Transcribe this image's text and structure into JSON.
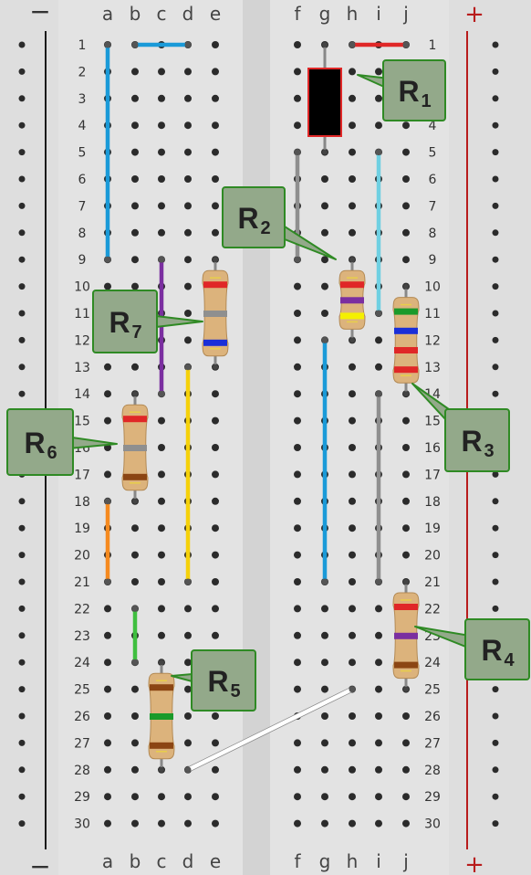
{
  "rail_labels": {
    "minus": "−",
    "plus": "+"
  },
  "colors": {
    "board": "#e3e3e3",
    "channel": "#d3d3d3",
    "rail_bg": "#e3e3e3",
    "hole": "#2b2b2b",
    "minus_line": "#1a1a1a",
    "plus_line": "#b81c1c",
    "callout_fill": "#93a98a",
    "callout_stroke": "#2f8a24",
    "resistor_body": "#dcb37c",
    "lead": "#888888",
    "label_text": "#222222"
  },
  "columns_left": [
    "a",
    "b",
    "c",
    "d",
    "e"
  ],
  "columns_right": [
    "f",
    "g",
    "h",
    "i",
    "j"
  ],
  "rows": [
    "1",
    "2",
    "3",
    "4",
    "5",
    "6",
    "7",
    "8",
    "9",
    "10",
    "11",
    "12",
    "13",
    "14",
    "15",
    "16",
    "17",
    "18",
    "19",
    "20",
    "21",
    "22",
    "23",
    "24",
    "25",
    "26",
    "27",
    "28",
    "29",
    "30"
  ],
  "wires": [
    {
      "name": "wire-a1-a9-blue",
      "color": "#1a9ad8",
      "from": [
        "a",
        1
      ],
      "to": [
        "a",
        9
      ]
    },
    {
      "name": "wire-b1-d1-blue",
      "color": "#1a9ad8",
      "from": [
        "b",
        1
      ],
      "to": [
        "d",
        1
      ]
    },
    {
      "name": "wire-h1-j1-red",
      "color": "#e02727",
      "from": [
        "h",
        1
      ],
      "to": [
        "j",
        1
      ]
    },
    {
      "name": "wire-f5-f9-gray",
      "color": "#8f8f8f",
      "from": [
        "f",
        5
      ],
      "to": [
        "f",
        9
      ]
    },
    {
      "name": "wire-i5-i11-cyan",
      "color": "#6fd0e2",
      "from": [
        "i",
        5
      ],
      "to": [
        "i",
        11
      ]
    },
    {
      "name": "wire-c9-c14-purple",
      "color": "#7b2fa0",
      "from": [
        "c",
        9
      ],
      "to": [
        "c",
        14
      ]
    },
    {
      "name": "wire-d13-d21-yellow",
      "color": "#f5d10a",
      "from": [
        "d",
        13
      ],
      "to": [
        "d",
        21
      ]
    },
    {
      "name": "wire-g12-g21-blue",
      "color": "#1a9ad8",
      "from": [
        "g",
        12
      ],
      "to": [
        "g",
        21
      ]
    },
    {
      "name": "wire-i14-i21-gray",
      "color": "#8f8f8f",
      "from": [
        "i",
        14
      ],
      "to": [
        "i",
        21
      ]
    },
    {
      "name": "wire-a18-a21-orange",
      "color": "#f58a1f",
      "from": [
        "a",
        18
      ],
      "to": [
        "a",
        21
      ]
    },
    {
      "name": "wire-b22-b24-green",
      "color": "#3fbf3f",
      "from": [
        "b",
        22
      ],
      "to": [
        "b",
        24
      ]
    },
    {
      "name": "wire-d28-h25-white",
      "color": "#ffffff",
      "from": [
        "d",
        28
      ],
      "to": [
        "h",
        25
      ]
    }
  ],
  "resistors": [
    {
      "name": "resistor-r2",
      "from": [
        "h",
        9
      ],
      "to": [
        "h",
        12
      ],
      "bands": [
        "#e02727",
        "#7b2fa0",
        "#f5f000"
      ]
    },
    {
      "name": "resistor-r3",
      "from": [
        "j",
        10
      ],
      "to": [
        "j",
        14
      ],
      "bands": [
        "#1a9a2a",
        "#1a2fd8",
        "#e02727",
        "#e02727"
      ]
    },
    {
      "name": "resistor-r4",
      "from": [
        "j",
        21
      ],
      "to": [
        "j",
        25
      ],
      "bands": [
        "#e02727",
        "#7b2fa0",
        "#8b4513"
      ]
    },
    {
      "name": "resistor-r5",
      "from": [
        "c",
        24
      ],
      "to": [
        "c",
        28
      ],
      "bands": [
        "#8b4513",
        "#1a9a2a",
        "#8b4513"
      ]
    },
    {
      "name": "resistor-r6",
      "from": [
        "b",
        14
      ],
      "to": [
        "b",
        18
      ],
      "bands": [
        "#e02727",
        "#8f8f8f",
        "#8b4513"
      ]
    },
    {
      "name": "resistor-r7",
      "from": [
        "e",
        9
      ],
      "to": [
        "e",
        13
      ],
      "bands": [
        "#e02727",
        "#8f8f8f",
        "#1a2fd8"
      ]
    }
  ],
  "component_r1": {
    "name": "component-r1",
    "col": "g",
    "from_row": 1,
    "to_row": 5,
    "body_color": "#000000",
    "outline_color": "#e02727"
  },
  "callouts": [
    {
      "label": "R",
      "sub": "1",
      "anchor": [
        "h",
        2
      ]
    },
    {
      "label": "R",
      "sub": "2",
      "anchor": [
        "h",
        9
      ]
    },
    {
      "label": "R",
      "sub": "3",
      "anchor": [
        "j",
        14
      ]
    },
    {
      "label": "R",
      "sub": "4",
      "anchor": [
        "j",
        23
      ]
    },
    {
      "label": "R",
      "sub": "5",
      "anchor": [
        "c",
        25
      ]
    },
    {
      "label": "R",
      "sub": "6",
      "anchor": [
        "b",
        16
      ]
    },
    {
      "label": "R",
      "sub": "7",
      "anchor": [
        "e",
        11
      ]
    }
  ]
}
